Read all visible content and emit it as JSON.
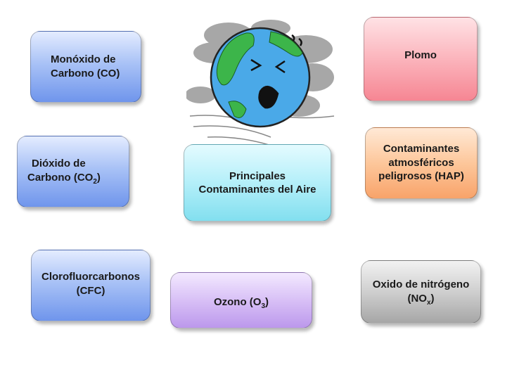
{
  "nodes": {
    "co": {
      "line1": "Monóxido de",
      "line2": "Carbono (CO)"
    },
    "co2": {
      "line1": "Dióxido de",
      "line2_pre": "Carbono (CO",
      "line2_sub": "2",
      "line2_post": ")"
    },
    "cfc": {
      "line1": "Clorofluorcarbonos",
      "line2": "(CFC)"
    },
    "center": {
      "line1": "Principales",
      "line2": "Contaminantes del Aire"
    },
    "ozone": {
      "pre": "Ozono (O",
      "sub": "3",
      "post": ")"
    },
    "lead": {
      "line1": "Plomo"
    },
    "hap": {
      "line1": "Contaminantes",
      "line2": "atmosféricos",
      "line3": "peligrosos (HAP)"
    },
    "nox": {
      "line1": "Oxido de nitrógeno",
      "line2_pre": "(NO",
      "line2_sub": "x",
      "line2_post": ")"
    }
  },
  "colors": {
    "blue": "#8fb0f2",
    "red": "#f9a2ab",
    "orange": "#fbb786",
    "cyan": "#9be7f4",
    "purple": "#caaef2",
    "gray": "#bdbdbd"
  },
  "illustration_icon": "sick-earth-smog-icon"
}
